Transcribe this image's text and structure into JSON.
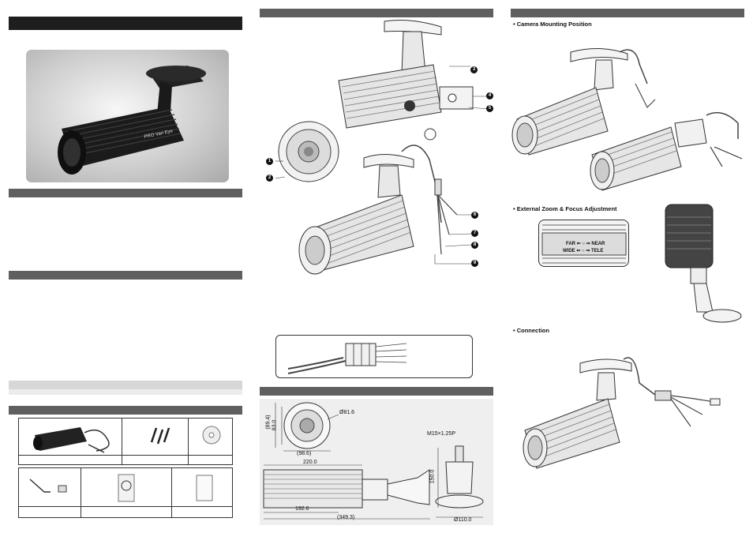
{
  "sections": {
    "mounting_title": "• Camera Mounting Position",
    "zoom_title": "• External Zoom & Focus  Adjustment",
    "connection_title": "• Connection"
  },
  "camera_label": {
    "brand": "PRO Vari Eye"
  },
  "zoom_ring": {
    "far": "FAR",
    "near": "NEAR",
    "wide": "WIDE",
    "tele": "TELE"
  },
  "callouts": [
    "1",
    "2",
    "3",
    "4",
    "5",
    "6",
    "7",
    "8",
    "9"
  ],
  "dimensions": {
    "height_outer": "(89.4)",
    "height_inner": "83.0",
    "lens_dia": "Ø81.6",
    "front_width": "(98.6)",
    "body_length": "220.0",
    "screw": "M15×1.25P",
    "mount_height": "150.0",
    "length_a": "192.6",
    "length_total": "(349.3)",
    "base_dia": "Ø110.0"
  },
  "colors": {
    "header_dark": "#5f5f5f",
    "header_black": "#1e1e1e",
    "header_light": "#d7d7d7"
  }
}
